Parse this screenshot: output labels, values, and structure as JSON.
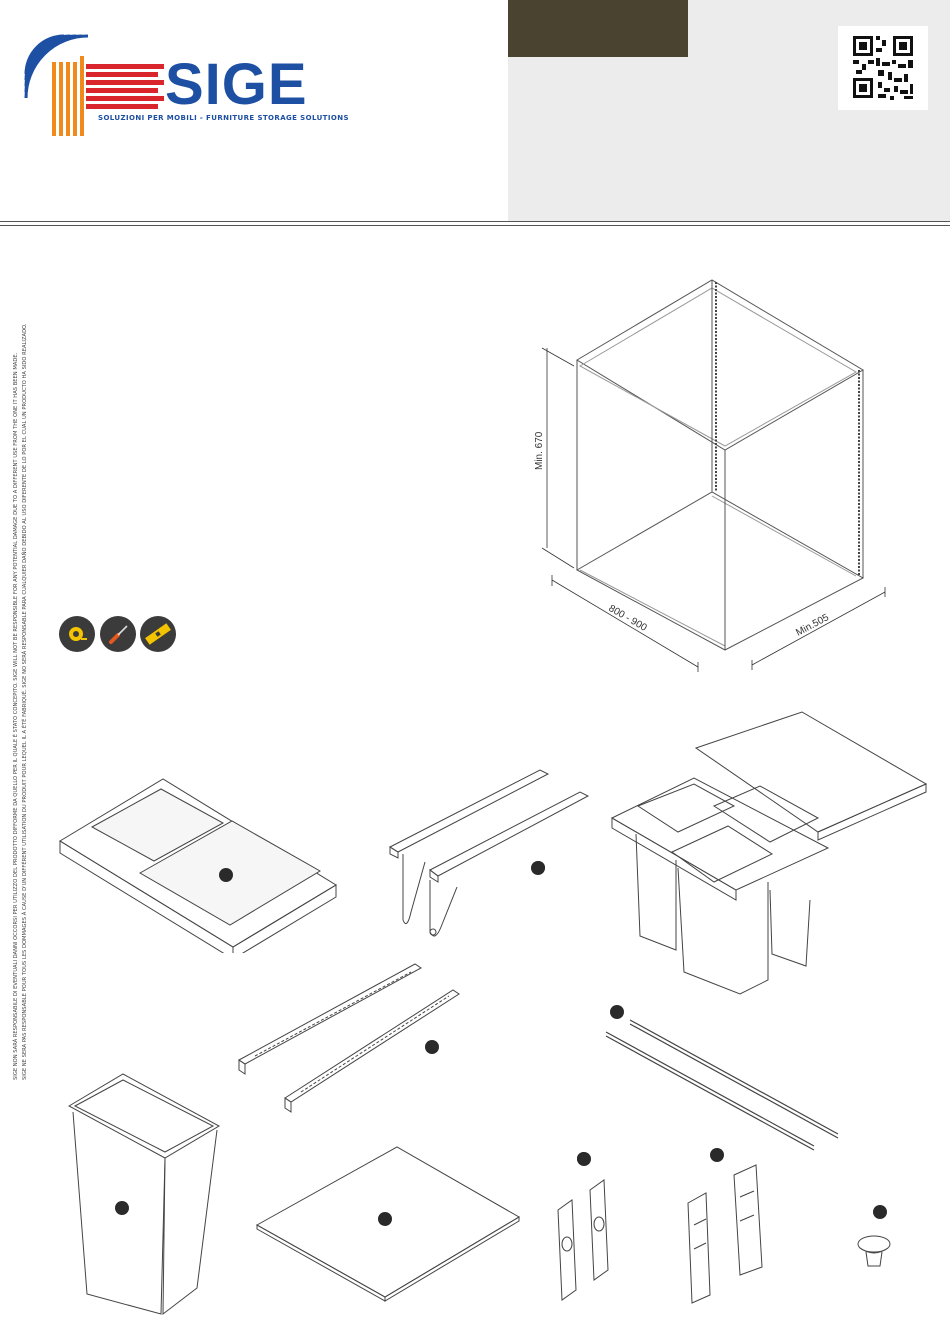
{
  "brand": {
    "name": "SIGE",
    "tagline": "SOLUZIONI PER MOBILI - FURNITURE STORAGE SOLUTIONS",
    "colors": {
      "blue": "#1d4fa3",
      "red": "#d8262c",
      "orange": "#f08a1c",
      "brand_bar": "#4a4330",
      "header_gray": "#ececec"
    }
  },
  "header": {
    "qr_icon": "qr-code-icon"
  },
  "disclaimer": {
    "line1": "SIGE NON SARÀ RESPONSABILE DI EVENTUALI DANNI OCCORSI PER UTILIZZO DEL PRODOTTO DIFFORME DA QUELLO PER IL QUALE È STATO CONCEPITO. SIGE WILL NOT BE RESPONSIBLE FOR ANY POTENTIAL DAMAGE DUE TO A DIFFERENT USE FROM THE ONE IT HAS BEEN MADE.",
    "line2": "SIGE NE SERA PAS RESPONSABLE POUR TOUS LES DOMMAGES À CAUSE D'UN DIFFÉRENT UTILISATION DU PRODUIT POUR LEQUEL IL A ÉTÉ FABRIQUÉ. SIGE NO SERÁ RESPONSABLE PARA CUALQUIER DAÑO DEBIDO AL USO DIFERENTE DE LO POR EL CUAL UN PRODUCTO HA SIDO REALIZADO."
  },
  "cabinet": {
    "height_label": "Min. 670",
    "width_label": "800 - 900",
    "depth_label": "Min.505"
  },
  "tools": [
    {
      "icon": "tape-measure-icon"
    },
    {
      "icon": "screwdriver-icon"
    },
    {
      "icon": "spirit-level-icon"
    }
  ],
  "parts": [
    {
      "icon": "frame-panel-icon"
    },
    {
      "icon": "mounting-brackets-icon"
    },
    {
      "icon": "assembled-bin-unit-icon"
    },
    {
      "icon": "drawer-runners-icon"
    },
    {
      "icon": "connecting-rods-icon"
    },
    {
      "icon": "waste-bin-icon"
    },
    {
      "icon": "base-panel-icon"
    },
    {
      "icon": "end-caps-icon"
    },
    {
      "icon": "front-brackets-icon"
    },
    {
      "icon": "cap-plug-icon"
    }
  ]
}
